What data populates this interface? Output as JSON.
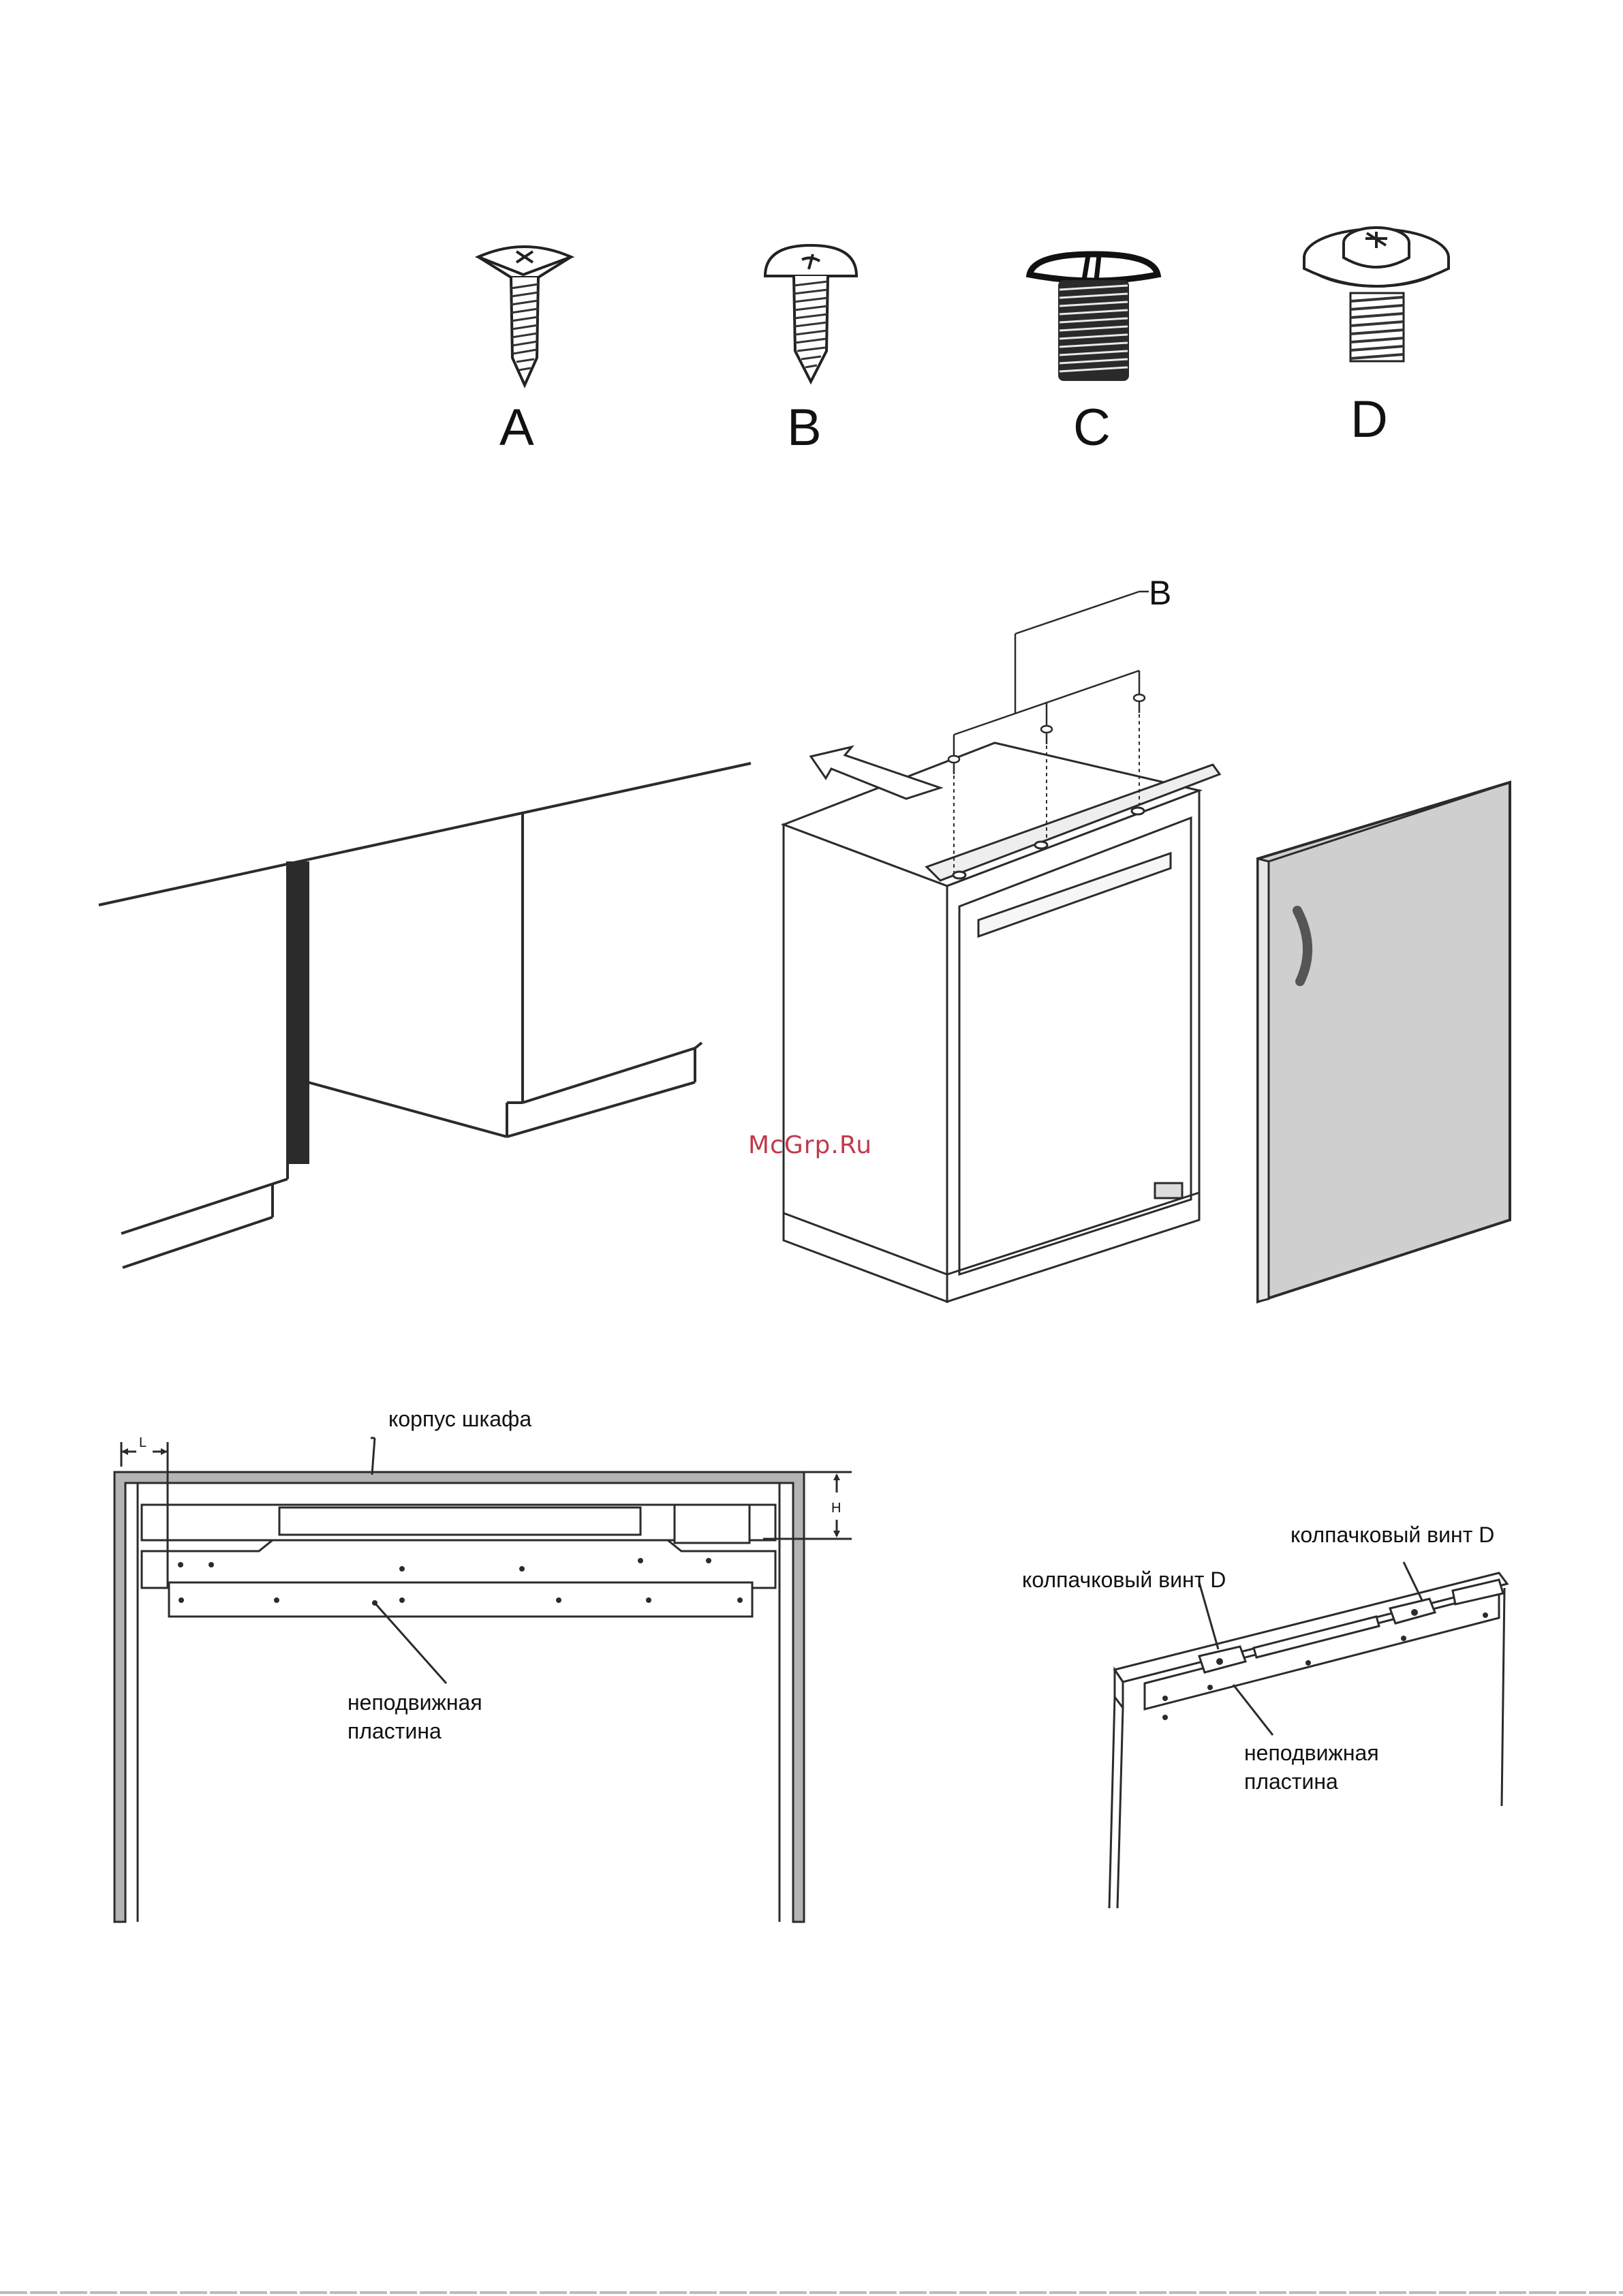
{
  "screws": [
    {
      "letter": "A",
      "icon": "countersunk-cross-screw-icon"
    },
    {
      "letter": "B",
      "icon": "pan-head-cross-screw-icon"
    },
    {
      "letter": "C",
      "icon": "slotted-machine-screw-icon"
    },
    {
      "letter": "D",
      "icon": "cap-washer-screw-icon"
    }
  ],
  "figure2": {
    "callout_letter": "B"
  },
  "watermark": "McGrp.Ru",
  "figure3": {
    "cabinet_label": "корпус шкафа",
    "dim_l": "L",
    "dim_h": "H",
    "plate_label_line1": "неподвижная",
    "plate_label_line2": "пластина"
  },
  "figure4": {
    "cap_screw_label_right": "колпачковый винт D",
    "cap_screw_label_left": "колпачковый винт D",
    "plate_label_line1": "неподвижная",
    "plate_label_line2": "пластина"
  },
  "colors": {
    "line": "#2b2b2b",
    "door_fill": "#cfcfcf",
    "cabinet_wall": "#b4b4b4",
    "watermark": "#c0394b"
  }
}
